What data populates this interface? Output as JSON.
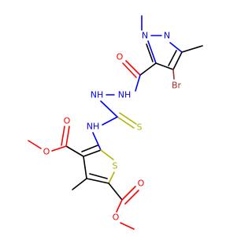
{
  "colors": {
    "carbon": "#000000",
    "oxygen": "#ff0000",
    "nitrogen": "#0000ff",
    "sulfur": "#b2b200",
    "bromine": "#a52a2a",
    "background": "#ffffff"
  },
  "atoms": {
    "o_amide": "O",
    "br": "Br",
    "n_pyrazole_1": "N",
    "n_pyrazole_2": "N",
    "nh_hydrazide_1": "NH",
    "nh_hydrazide_2": "NH",
    "nh_thiourea": "NH",
    "s_thione": "S",
    "s_thiophene": "S",
    "o_ester_left_carbonyl": "O",
    "o_ester_left_ether": "O",
    "o_ester_right_carbonyl": "O",
    "o_ester_right_ether": "O"
  }
}
